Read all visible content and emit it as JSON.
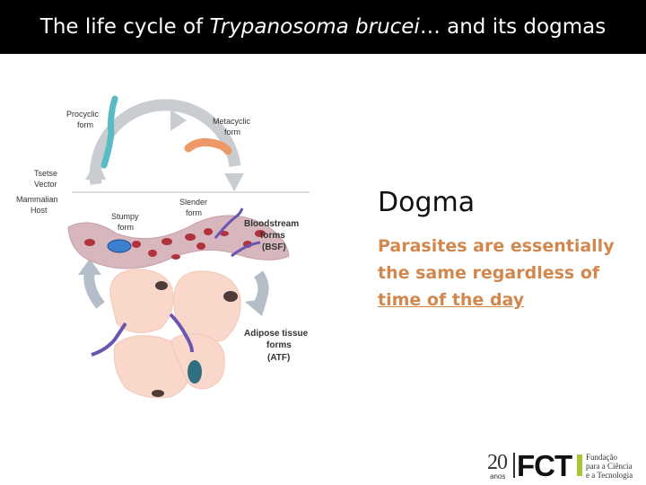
{
  "slide": {
    "title_prefix": "The life cycle of ",
    "title_italic": "Trypanosoma brucei",
    "title_suffix": "… and its dogmas"
  },
  "diagram": {
    "labels": {
      "procyclic_1": "Procyclic",
      "procyclic_2": "form",
      "metacyclic_1": "Metacyclic",
      "metacyclic_2": "form",
      "tsetse_1": "Tsetse",
      "tsetse_2": "Vector",
      "mammalian_1": "Mammalian",
      "mammalian_2": "Host",
      "slender_1": "Slender",
      "slender_2": "form",
      "stumpy_1": "Stumpy",
      "stumpy_2": "form",
      "bsf_1": "Bloodstream",
      "bsf_2": "forms",
      "bsf_3": "(BSF)",
      "atf_1": "Adipose tissue",
      "atf_2": "forms",
      "atf_3": "(ATF)"
    },
    "colors": {
      "cycle_arrow": "#c9cdd2",
      "vessel": "#d7b7bd",
      "red_cell": "#b0323c",
      "adipocyte": "#f9d8cb",
      "parasite_purple": "#6a55b0",
      "procyclic": "#5bbbc4",
      "metacyclic": "#ee9868"
    }
  },
  "dogma": {
    "heading": "Dogma",
    "line1": "Parasites are essentially",
    "line2": "the same regardless of",
    "line3": "time of the day"
  },
  "logo": {
    "number": "20",
    "years": "anos",
    "name": "FCT",
    "sub1": "Fundação",
    "sub2": "para a Ciência",
    "sub3": "e a Tecnologia",
    "accent": "#a7c536"
  }
}
